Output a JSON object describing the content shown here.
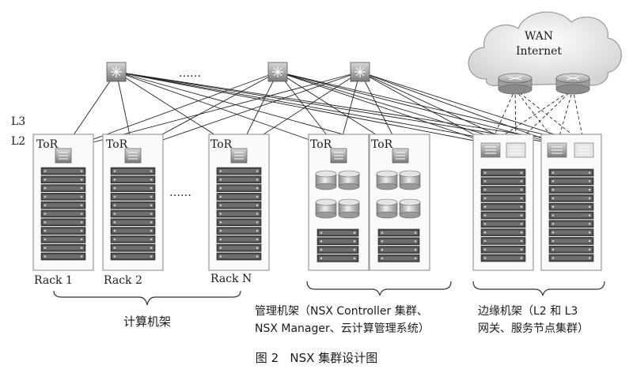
{
  "figure": {
    "caption": "图 2   NSX 集群设计图"
  },
  "network": {
    "layer_upper": "L3",
    "layer_lower": "L2",
    "spine_ellipsis": "……",
    "tor_label": "ToR",
    "cloud_line1": "WAN",
    "cloud_line2": "Internet"
  },
  "compute": {
    "racks": [
      "Rack 1",
      "Rack 2",
      "Rack N"
    ],
    "rack_ellipsis": "……",
    "group_label": "计算机架"
  },
  "management": {
    "group_label_line1": "管理机架（NSX Controller 集群、",
    "group_label_line2": "NSX Manager、云计算管理系统）"
  },
  "edge": {
    "group_label_line1": "边缘机架（L2 和 L3",
    "group_label_line2": "网关、服务节点集群）"
  },
  "icons": {
    "spine_switch": "router-switch-icon",
    "tor_switch": "tor-switch-icon",
    "server": "rack-server-icon",
    "storage": "storage-disk-icon",
    "edge_router": "edge-router-icon"
  }
}
